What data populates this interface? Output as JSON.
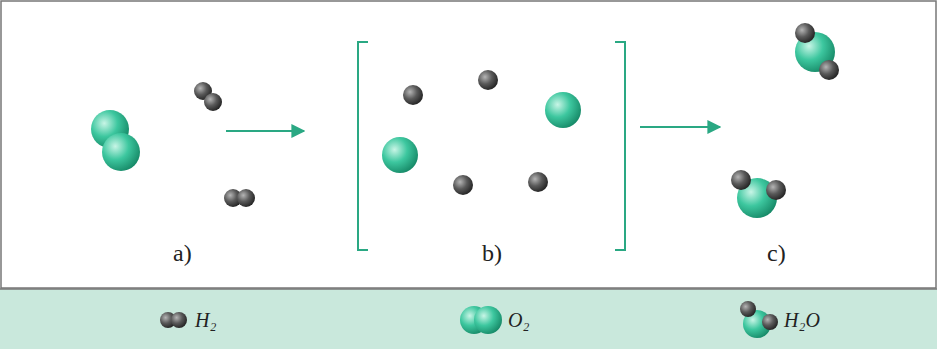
{
  "diagram": {
    "labels": [
      "a)",
      "b)",
      "c)"
    ],
    "legend": [
      {
        "text": "H₂"
      },
      {
        "text": "O₂"
      },
      {
        "text": "H₂O"
      }
    ]
  }
}
